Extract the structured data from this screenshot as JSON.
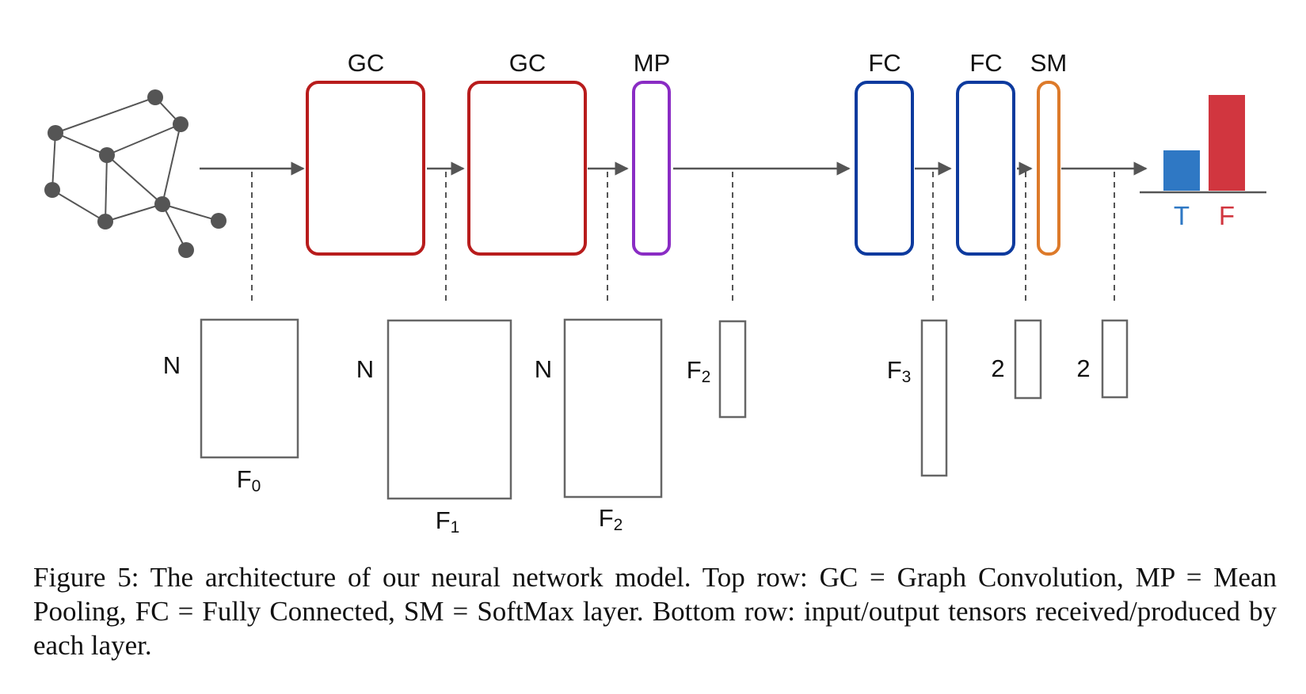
{
  "layers": [
    {
      "id": "gc1",
      "label": "GC",
      "color": "#b81c1c"
    },
    {
      "id": "gc2",
      "label": "GC",
      "color": "#b81c1c"
    },
    {
      "id": "mp",
      "label": "MP",
      "color": "#8a2cc4"
    },
    {
      "id": "fc1",
      "label": "FC",
      "color": "#0d3a9e"
    },
    {
      "id": "fc2",
      "label": "FC",
      "color": "#0d3a9e"
    },
    {
      "id": "sm",
      "label": "SM",
      "color": "#dd7a2a"
    }
  ],
  "tensors": [
    {
      "id": "t0",
      "side": "N",
      "bottom": "F",
      "bottom_sub": "0"
    },
    {
      "id": "t1",
      "side": "N",
      "bottom": "F",
      "bottom_sub": "1"
    },
    {
      "id": "t2",
      "side": "N",
      "bottom": "F",
      "bottom_sub": "2"
    },
    {
      "id": "t3",
      "side": "F",
      "side_sub": "2"
    },
    {
      "id": "t4",
      "side": "F",
      "side_sub": "3"
    },
    {
      "id": "t5",
      "side": "2"
    },
    {
      "id": "t6",
      "side": "2"
    }
  ],
  "output": {
    "bars": [
      {
        "label": "T",
        "value": 0.42,
        "color": "#2f78c4"
      },
      {
        "label": "F",
        "value": 1.0,
        "color": "#d1363f"
      }
    ]
  },
  "colors": {
    "line": "#555555",
    "node": "#555555",
    "tensor_border": "#666666"
  },
  "caption": "Figure 5: The architecture of our neural network model. Top row: GC = Graph Convolution, MP = Mean Pooling, FC = Fully Connected, SM = SoftMax layer. Bottom row: input/output tensors received/produced by each layer."
}
